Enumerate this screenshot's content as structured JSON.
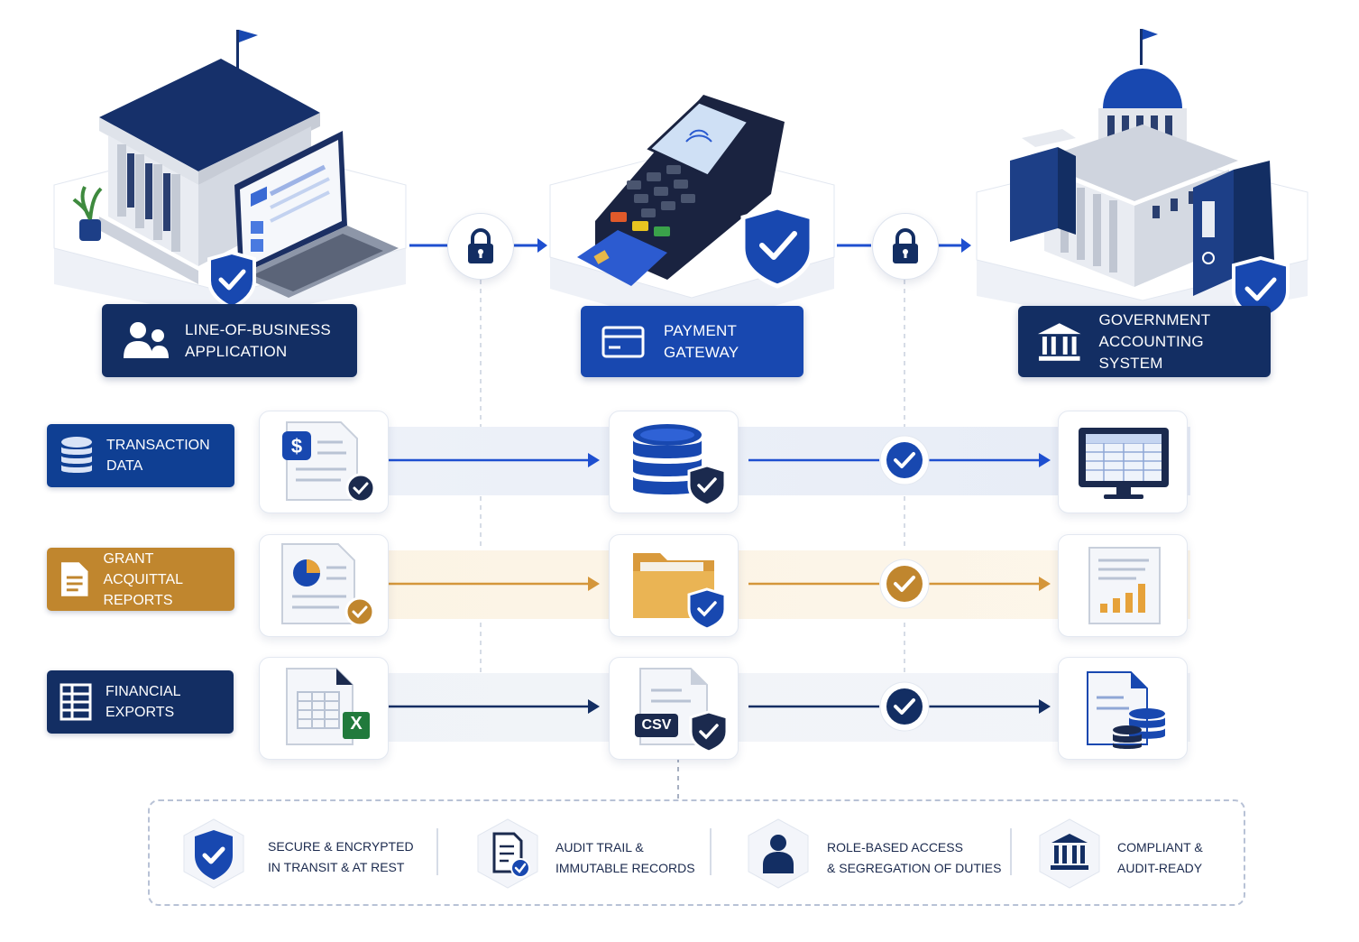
{
  "systems": [
    {
      "label_line1": "LINE-OF-BUSINESS",
      "label_line2": "APPLICATION",
      "icon": "users-icon"
    },
    {
      "label_line1": "PAYMENT",
      "label_line2": "GATEWAY",
      "icon": "card-icon"
    },
    {
      "label_line1": "GOVERNMENT",
      "label_line2": "ACCOUNTING SYSTEM",
      "icon": "bank-icon"
    }
  ],
  "rows": [
    {
      "label_line1": "TRANSACTION",
      "label_line2": "DATA",
      "color": "#0f3f93",
      "icon": "database-icon"
    },
    {
      "label_line1": "GRANT ACQUITTAL",
      "label_line2": "REPORTS",
      "color": "#c0862e",
      "icon": "document-icon"
    },
    {
      "label_line1": "FINANCIAL",
      "label_line2": "EXPORTS",
      "color": "#132e63",
      "icon": "spreadsheet-icon"
    }
  ],
  "csv_badge": "CSV",
  "excel_badge": "X",
  "features": [
    {
      "line1": "SECURE & ENCRYPTED",
      "line2": "IN TRANSIT & AT REST",
      "icon": "shield-check-icon"
    },
    {
      "line1": "AUDIT TRAIL &",
      "line2": "IMMUTABLE RECORDS",
      "icon": "audit-doc-icon"
    },
    {
      "line1": "ROLE-BASED ACCESS",
      "line2": "& SEGREGATION OF DUTIES",
      "icon": "user-icon"
    },
    {
      "line1": "COMPLIANT &",
      "line2": "AUDIT-READY",
      "icon": "bank-icon"
    }
  ],
  "colors": {
    "navy": "#132e63",
    "blue": "#1848b0",
    "gold": "#c0862e",
    "connector_blue": "#1e4fd0"
  }
}
